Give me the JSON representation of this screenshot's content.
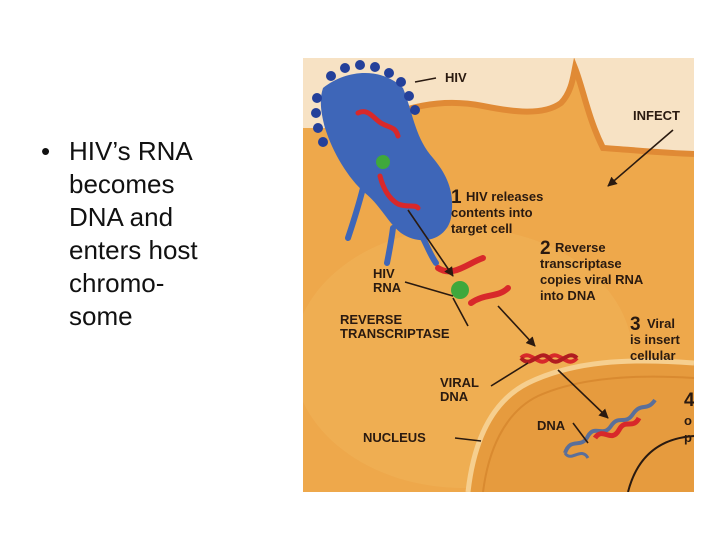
{
  "slide": {
    "bullet": "•",
    "lines": [
      "HIV’s RNA",
      "becomes",
      "DNA and",
      "enters host",
      "chromo-",
      "some"
    ]
  },
  "figure": {
    "labels": {
      "hiv": "HIV",
      "infect": "INFECT",
      "step1_num": "1",
      "step1_lines": [
        "HIV releases",
        "contents into",
        "target cell"
      ],
      "step2_num": "2",
      "step2_lines": [
        "Reverse",
        "transcriptase",
        "copies viral RNA",
        "into DNA"
      ],
      "step3_num": "3",
      "step3_lines": [
        "Viral",
        "is insert",
        "cellular"
      ],
      "step4_num": "4",
      "step4_lines": [
        "o",
        "p"
      ],
      "hiv_rna": [
        "HIV",
        "RNA"
      ],
      "reverse_transcriptase": [
        "REVERSE",
        "TRANSCRIPTASE"
      ],
      "viral_dna": [
        "VIRAL",
        "DNA"
      ],
      "dna": "DNA",
      "nucleus": "NUCLEUS"
    },
    "colors": {
      "cytoplasm": "#eea84b",
      "host_membrane": "#f4c07a",
      "nucleus": "#e9a243",
      "virus_blue": "#3e66b8",
      "rna_red": "#d8282a",
      "enzyme_green": "#3fa83c"
    }
  }
}
